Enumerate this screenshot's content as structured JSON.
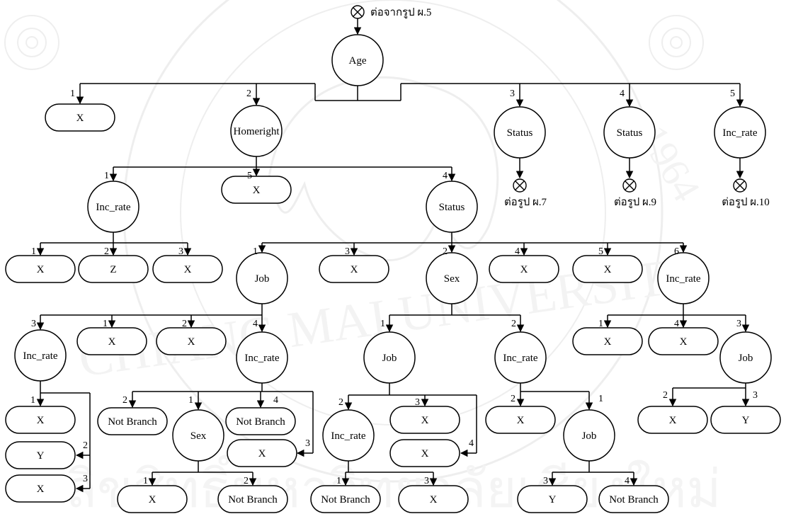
{
  "header": {
    "continue_label": "ต่อจากรูป ผ.5"
  },
  "nodes": [
    {
      "id": "age",
      "kind": "circle",
      "label": "Age"
    },
    {
      "id": "x_age1",
      "kind": "leaf",
      "label": "X"
    },
    {
      "id": "homeright",
      "kind": "circle",
      "label": "Homeright"
    },
    {
      "id": "status_a3",
      "kind": "circle",
      "label": "Status"
    },
    {
      "id": "status_a4",
      "kind": "circle",
      "label": "Status"
    },
    {
      "id": "incrate_a5",
      "kind": "circle",
      "label": "Inc_rate"
    },
    {
      "id": "incrate_h1",
      "kind": "circle",
      "label": "Inc_rate"
    },
    {
      "id": "x_h5",
      "kind": "leaf",
      "label": "X"
    },
    {
      "id": "status_h4",
      "kind": "circle",
      "label": "Status"
    },
    {
      "id": "x_i1",
      "kind": "leaf",
      "label": "X"
    },
    {
      "id": "z_i2",
      "kind": "leaf",
      "label": "Z"
    },
    {
      "id": "x_i3",
      "kind": "leaf",
      "label": "X"
    },
    {
      "id": "job_s1",
      "kind": "circle",
      "label": "Job"
    },
    {
      "id": "x_s3",
      "kind": "leaf",
      "label": "X"
    },
    {
      "id": "sex_s2",
      "kind": "circle",
      "label": "Sex"
    },
    {
      "id": "x_s4",
      "kind": "leaf",
      "label": "X"
    },
    {
      "id": "x_s5",
      "kind": "leaf",
      "label": "X"
    },
    {
      "id": "incrate_s6",
      "kind": "circle",
      "label": "Inc_rate"
    },
    {
      "id": "incrate_j3",
      "kind": "circle",
      "label": "Inc_rate"
    },
    {
      "id": "x_j1",
      "kind": "leaf",
      "label": "X"
    },
    {
      "id": "x_j2",
      "kind": "leaf",
      "label": "X"
    },
    {
      "id": "incrate_j4",
      "kind": "circle",
      "label": "Inc_rate"
    },
    {
      "id": "job_x1",
      "kind": "circle",
      "label": "Job"
    },
    {
      "id": "incrate_x2",
      "kind": "circle",
      "label": "Inc_rate"
    },
    {
      "id": "x_r1",
      "kind": "leaf",
      "label": "X"
    },
    {
      "id": "x_r4",
      "kind": "leaf",
      "label": "X"
    },
    {
      "id": "job_r3",
      "kind": "circle",
      "label": "Job"
    },
    {
      "id": "x_l1",
      "kind": "leaf",
      "label": "X"
    },
    {
      "id": "y_l2",
      "kind": "leaf",
      "label": "Y"
    },
    {
      "id": "x_l3",
      "kind": "leaf",
      "label": "X"
    },
    {
      "id": "nb_m2",
      "kind": "leaf",
      "label": "Not Branch"
    },
    {
      "id": "sex_m1",
      "kind": "circle",
      "label": "Sex"
    },
    {
      "id": "nb_m4",
      "kind": "leaf",
      "label": "Not Branch"
    },
    {
      "id": "x_m3",
      "kind": "leaf",
      "label": "X"
    },
    {
      "id": "incrate_c2",
      "kind": "circle",
      "label": "Inc_rate"
    },
    {
      "id": "x_c3",
      "kind": "leaf",
      "label": "X"
    },
    {
      "id": "x_c4",
      "kind": "leaf",
      "label": "X"
    },
    {
      "id": "x_d2",
      "kind": "leaf",
      "label": "X"
    },
    {
      "id": "job_d1",
      "kind": "circle",
      "label": "Job"
    },
    {
      "id": "x_e2",
      "kind": "leaf",
      "label": "X"
    },
    {
      "id": "y_e3",
      "kind": "leaf",
      "label": "Y"
    },
    {
      "id": "x_f1",
      "kind": "leaf",
      "label": "X"
    },
    {
      "id": "nb_f2",
      "kind": "leaf",
      "label": "Not Branch"
    },
    {
      "id": "nb_g1",
      "kind": "leaf",
      "label": "Not Branch"
    },
    {
      "id": "x_g3",
      "kind": "leaf",
      "label": "X"
    },
    {
      "id": "y_h3",
      "kind": "leaf",
      "label": "Y"
    },
    {
      "id": "nb_h4",
      "kind": "leaf",
      "label": "Not Branch"
    }
  ],
  "continuations": [
    {
      "id": "cont_fig7",
      "label": "ต่อรูป ผ.7"
    },
    {
      "id": "cont_fig9",
      "label": "ต่อรูป ผ.9"
    },
    {
      "id": "cont_fig10",
      "label": "ต่อรูป ผ.10"
    }
  ],
  "branch_labels": [
    "1",
    "2",
    "3",
    "4",
    "5",
    "1",
    "5",
    "4",
    "1",
    "2",
    "3",
    "1",
    "3",
    "2",
    "4",
    "5",
    "6",
    "3",
    "1",
    "2",
    "4",
    "1",
    "2",
    "1",
    "4",
    "3",
    "1",
    "2",
    "3",
    "2",
    "1",
    "4",
    "3",
    "2",
    "3",
    "4",
    "2",
    "1",
    "2",
    "3",
    "1",
    "2",
    "1",
    "3",
    "3",
    "4"
  ],
  "watermark": {
    "university": "CHIANG MAI UNIVERSITY",
    "year": "1964",
    "thai_text": "ลิขสิทธิ์มหาวิทยาลัยเชียงใหม่"
  }
}
